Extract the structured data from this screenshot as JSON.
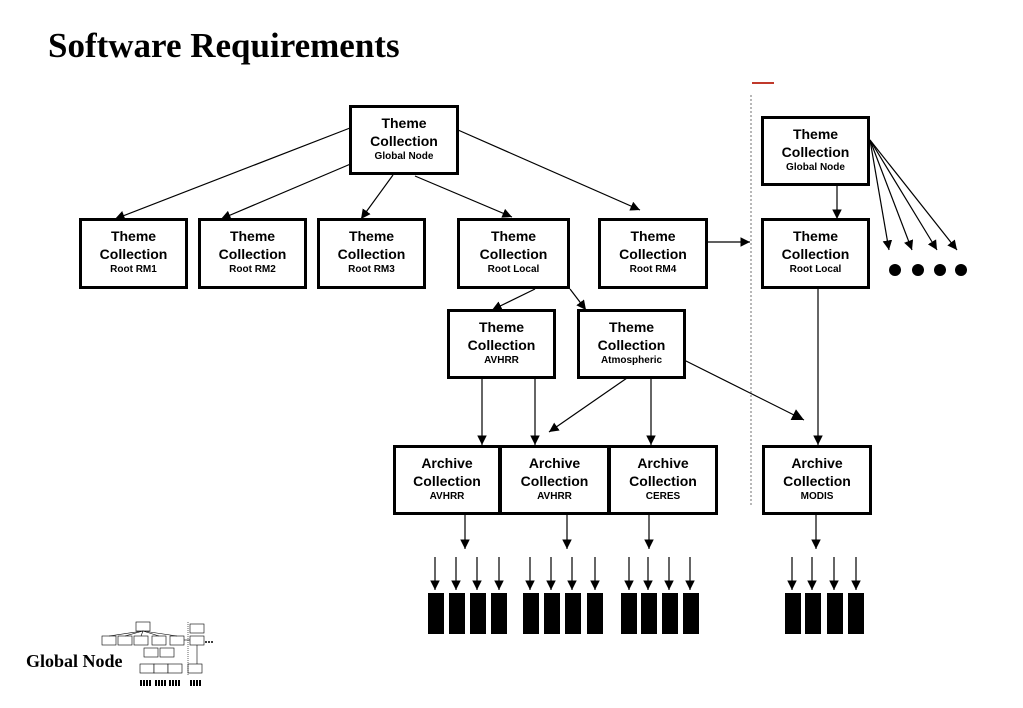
{
  "title": "Software Requirements",
  "nodes": {
    "global_left": {
      "l1": "Theme",
      "l2": "Collection",
      "sub": "Global Node"
    },
    "rm1": {
      "l1": "Theme",
      "l2": "Collection",
      "sub": "Root RM1"
    },
    "rm2": {
      "l1": "Theme",
      "l2": "Collection",
      "sub": "Root RM2"
    },
    "rm3": {
      "l1": "Theme",
      "l2": "Collection",
      "sub": "Root RM3"
    },
    "root_local": {
      "l1": "Theme",
      "l2": "Collection",
      "sub": "Root Local"
    },
    "rm4": {
      "l1": "Theme",
      "l2": "Collection",
      "sub": "Root RM4"
    },
    "avhrr_theme": {
      "l1": "Theme",
      "l2": "Collection",
      "sub": "AVHRR"
    },
    "atmospheric": {
      "l1": "Theme",
      "l2": "Collection",
      "sub": "Atmospheric"
    },
    "arch_avhrr_1": {
      "l1": "Archive",
      "l2": "Collection",
      "sub": "AVHRR"
    },
    "arch_avhrr_2": {
      "l1": "Archive",
      "l2": "Collection",
      "sub": "AVHRR"
    },
    "arch_ceres": {
      "l1": "Archive",
      "l2": "Collection",
      "sub": "CERES"
    },
    "global_right": {
      "l1": "Theme",
      "l2": "Collection",
      "sub": "Global Node"
    },
    "root_local_right": {
      "l1": "Theme",
      "l2": "Collection",
      "sub": "Root Local"
    },
    "arch_modis": {
      "l1": "Archive",
      "l2": "Collection",
      "sub": "MODIS"
    }
  },
  "thumbnail_label": "Global Node",
  "colors": {
    "accent_mark": "#c0392b",
    "stroke": "#000000"
  }
}
